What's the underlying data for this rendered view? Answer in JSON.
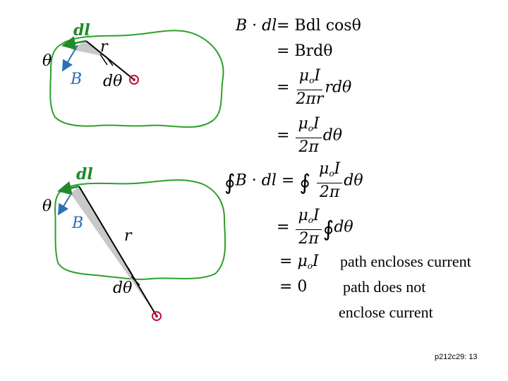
{
  "diagram_top": {
    "dl_label": "dl",
    "theta_label": "θ",
    "r_label": "r",
    "B_label": "B",
    "dtheta_label": "dθ"
  },
  "diagram_bottom": {
    "dl_label": "dl",
    "theta_label": "θ",
    "r_label": "r",
    "B_label": "B",
    "dtheta_label": "dθ"
  },
  "equations": {
    "row1_lhs_B": "B",
    "row1_lhs_dot": " · ",
    "row1_lhs_dl": "dl",
    "row1_rhs": "= Bdl cosθ",
    "row2_rhs": "= Brdθ",
    "row3_eq": "=",
    "row3_num_mu": "μ",
    "row3_num_sub": "o",
    "row3_num_I": "I",
    "row3_den": "2πr",
    "row3_tail": "rdθ",
    "row4_eq": "=",
    "row4_num_mu": "μ",
    "row4_num_sub": "o",
    "row4_num_I": "I",
    "row4_den": "2π",
    "row4_tail": "dθ",
    "row5_int": "∮",
    "row5_B": "B",
    "row5_dot": " · ",
    "row5_dl": "dl",
    "row5_eq": "=",
    "row5_int2": "∮",
    "row5_num_mu": "μ",
    "row5_num_sub": "o",
    "row5_num_I": "I",
    "row5_den": "2π",
    "row5_tail": "dθ",
    "row6_eq": "=",
    "row6_num_mu": "μ",
    "row6_num_sub": "o",
    "row6_num_I": "I",
    "row6_den": "2π",
    "row6_int": "∮",
    "row6_tail": "dθ",
    "row7_eq": "=",
    "row7_mu": "μ",
    "row7_sub": "o",
    "row7_I": "I",
    "row7_note": "path encloses current",
    "row8_eq": "= 0",
    "row8_note_1": "path does not",
    "row8_note_2": "enclose current"
  },
  "footer": "p212c29: 13",
  "colors": {
    "path": "#2aa02a",
    "dl_arrow": "#1f8a2a",
    "B_arrow": "#2d6fb5",
    "wedge": "#c8c8c8",
    "current": "#c0143c"
  }
}
